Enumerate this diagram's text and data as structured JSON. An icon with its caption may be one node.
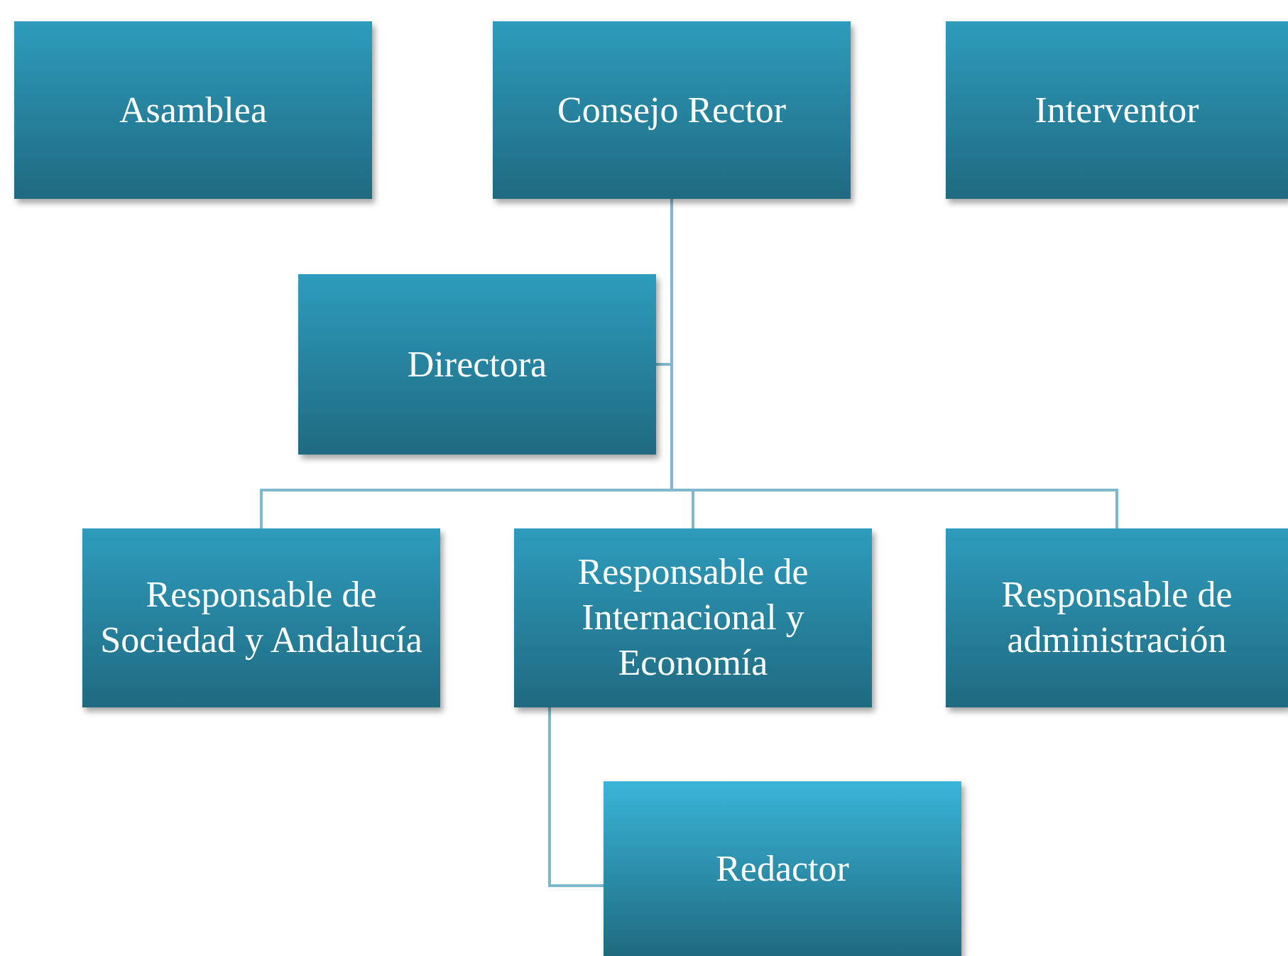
{
  "diagram": {
    "nodes": [
      {
        "text": [
          "Asamblea"
        ]
      },
      {
        "text": [
          "Consejo Rector"
        ]
      },
      {
        "text": [
          "Interventor"
        ]
      },
      {
        "text": [
          "Directora"
        ]
      },
      {
        "text": [
          "Responsable de Sociedad y Andalucía"
        ]
      },
      {
        "text": [
          "Responsable de Internacional y Economía"
        ]
      },
      {
        "text": [
          "Responsable de administración"
        ]
      },
      {
        "text": [
          "Redactor"
        ]
      }
    ],
    "edges": [
      {
        "from": 1,
        "to": 3,
        "arrow": "none"
      },
      {
        "from": 1,
        "to": 4,
        "arrow": "none"
      },
      {
        "from": 1,
        "to": 5,
        "arrow": "none"
      },
      {
        "from": 1,
        "to": 6,
        "arrow": "none"
      },
      {
        "from": 5,
        "to": 7,
        "arrow": "none"
      }
    ]
  }
}
